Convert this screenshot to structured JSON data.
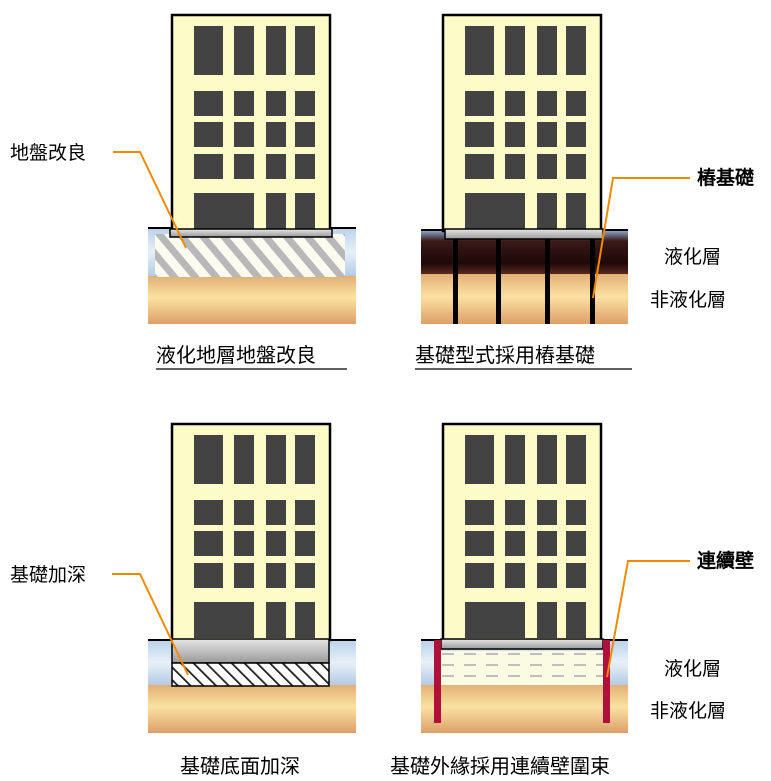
{
  "panels": {
    "ground_improvement": {
      "caption": "液化地層地盤改良",
      "callout": "地盤改良"
    },
    "pile_foundation": {
      "caption": "基礎型式採用樁基礎",
      "callout": "樁基礎",
      "layer_liquefiable": "液化層",
      "layer_non_liquefiable": "非液化層"
    },
    "deepened_foundation": {
      "caption": "基礎底面加深",
      "callout": "基礎加深"
    },
    "diaphragm_wall": {
      "caption": "基礎外緣採用連續壁圍束",
      "callout": "連續壁",
      "layer_liquefiable": "液化層",
      "layer_non_liquefiable": "非液化層"
    }
  },
  "colors": {
    "building_fill": "#fdfbc8",
    "window": "#434343",
    "callout_line": "#f08a00",
    "diaphragm_wall": "#b0103a"
  }
}
